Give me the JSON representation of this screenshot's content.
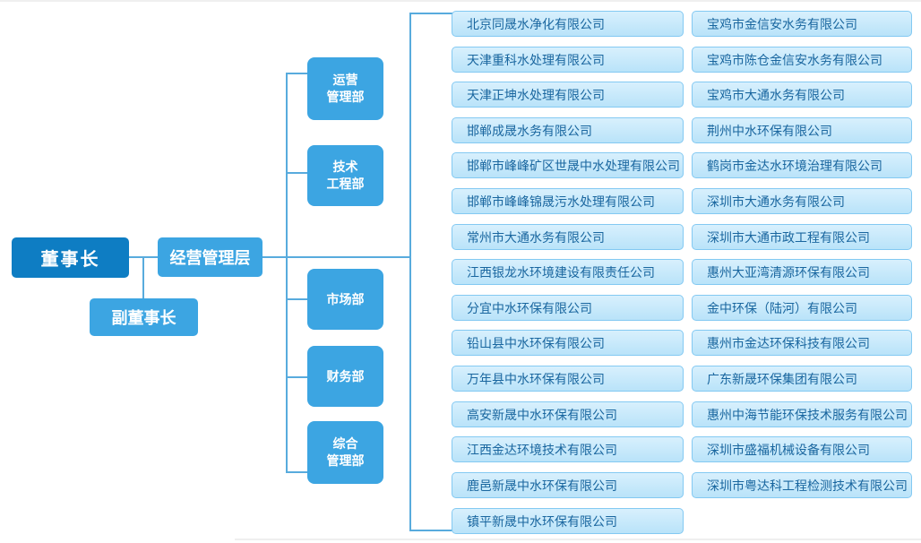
{
  "org": {
    "chairman": "董事长",
    "vice_chairman": "副董事长",
    "management": "经营管理层",
    "departments": [
      "运营\n管理部",
      "技术\n工程部",
      "市场部",
      "财务部",
      "综合\n管理部"
    ]
  },
  "companies_col1": [
    "北京同晟水净化有限公司",
    "天津重科水处理有限公司",
    "天津正坤水处理有限公司",
    "邯郸成晟水务有限公司",
    "邯郸市峰峰矿区世晟中水处理有限公司",
    "邯郸市峰峰锦晟污水处理有限公司",
    "常州市大通水务有限公司",
    "江西银龙水环境建设有限责任公司",
    "分宜中水环保有限公司",
    "铅山县中水环保有限公司",
    "万年县中水环保有限公司",
    "高安新晟中水环保有限公司",
    "江西金达环境技术有限公司",
    "鹿邑新晟中水环保有限公司",
    "镇平新晟中水环保有限公司"
  ],
  "companies_col2": [
    "宝鸡市金信安水务有限公司",
    "宝鸡市陈仓金信安水务有限公司",
    "宝鸡市大通水务有限公司",
    "荆州中水环保有限公司",
    "鹤岗市金达水环境治理有限公司",
    "深圳市大通水务有限公司",
    "深圳市大通市政工程有限公司",
    "惠州大亚湾清源环保有限公司",
    "金中环保（陆河）有限公司",
    "惠州市金达环保科技有限公司",
    "广东新晟环保集团有限公司",
    "惠州中海节能环保技术服务有限公司",
    "深圳市盛福机械设备有限公司",
    "深圳市粤达科工程检测技术有限公司"
  ],
  "colors": {
    "chairman_bg": "#0e7dc3",
    "node_bg": "#3ca5e2",
    "connector": "#58abdd",
    "company_bg_top": "#d8f0fd",
    "company_bg_bottom": "#b9e3f9",
    "company_border": "#83c9f2",
    "company_text": "#19669f"
  }
}
